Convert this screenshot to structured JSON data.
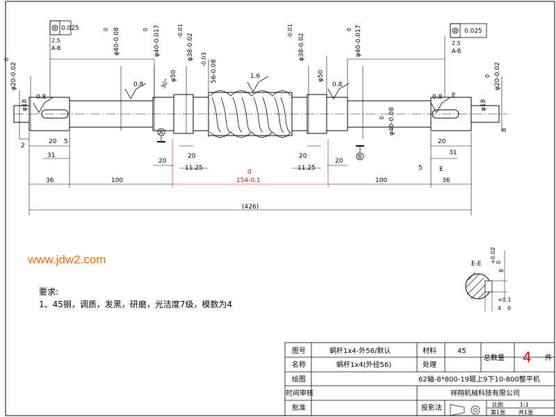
{
  "tolerance_frame_left": {
    "value": "0.025",
    "datum": "A-B",
    "sub": "2.5"
  },
  "tolerance_frame_right": {
    "value": "0.025",
    "datum": "A-B",
    "sub": "2.5"
  },
  "roughness": {
    "left_bearing": "0.8",
    "left_end": "0.8",
    "right_bearing": "0.8",
    "right_end": "0.8",
    "thread": "1.6"
  },
  "diameters": {
    "d40_left": "φ40-0.08",
    "d40_left_upper": "0",
    "d40_left_017": "φ40-0.017",
    "d40_left_017_upper": "0",
    "d38_left": "φ38-0.02",
    "d38_left_upper": "-0.01",
    "d56": "56-0.08",
    "d56_upper": "-0.03",
    "d38_right": "φ38-0.02",
    "d38_right_upper": "-0.01",
    "d40_right_017": "φ40-0.017",
    "d40_right_017_upper": "0",
    "d20_left": "φ20-0.02",
    "d20_left_upper": "0",
    "d20_right": "φ20-0.02",
    "d20_right_upper": "0",
    "d18_left": "φ18",
    "d18_right": "φ18",
    "d50_left": "φ50",
    "d50_right": "φ50",
    "d40_mid": "φ40-0.08",
    "d40_mid_upper": "0",
    "angle": "30°"
  },
  "dims": {
    "d2": "2",
    "d31_left": "31",
    "d20_left_a": "20",
    "d5_left": "5",
    "d20_mid_left": "20",
    "d20_left_b": "20",
    "d11_25_left": "11.25",
    "d20_right_a": "20",
    "d11_25_right": "11.25",
    "d5_right": "5",
    "d20_right_b": "20",
    "d31_right": "31",
    "d8_right": "8",
    "d36_left": "36",
    "d100_left": "100",
    "d154": "154-0.1",
    "d154_upper": "0",
    "d100_right": "100",
    "d36_right": "36",
    "d426": "(426)",
    "d_mark_left": "A",
    "d_mark_right": "B",
    "section_E": "E",
    "section_E2": "E"
  },
  "section": {
    "title": "E-E",
    "dim_top": "8",
    "dim_top_tol": "+0.02",
    "dim_top_tol2": "0",
    "dim_bottom": "4",
    "dim_bottom2": "0",
    "dim_bottom_tol": "+0.1"
  },
  "watermark": "www.jdw2.com",
  "notes": {
    "title": "要求:",
    "line1": "1、45钢，调质，发黑，研磨，光洁度7级，模数为4"
  },
  "title_block": {
    "drawing_no_label": "图号",
    "drawing_no": "蜗杆1x4-外56/默认",
    "material_label": "材料",
    "material": "45",
    "qty_label": "总数量",
    "qty": "4",
    "qty_unit": "件",
    "name_label": "名称",
    "name": "蜗杆1x4(外径56)",
    "process_label": "处理",
    "draw_label": "绘图",
    "spec": "62轴-8*800-19辊上9下10-800整平机",
    "review_label": "时间审核",
    "approve_label": "批准",
    "projection_label": "投影法",
    "company": "祥翔机械科技有限公司",
    "scale_label": "比例",
    "scale": "1:1",
    "sheet": "第1张",
    "sheets": "共1张"
  }
}
